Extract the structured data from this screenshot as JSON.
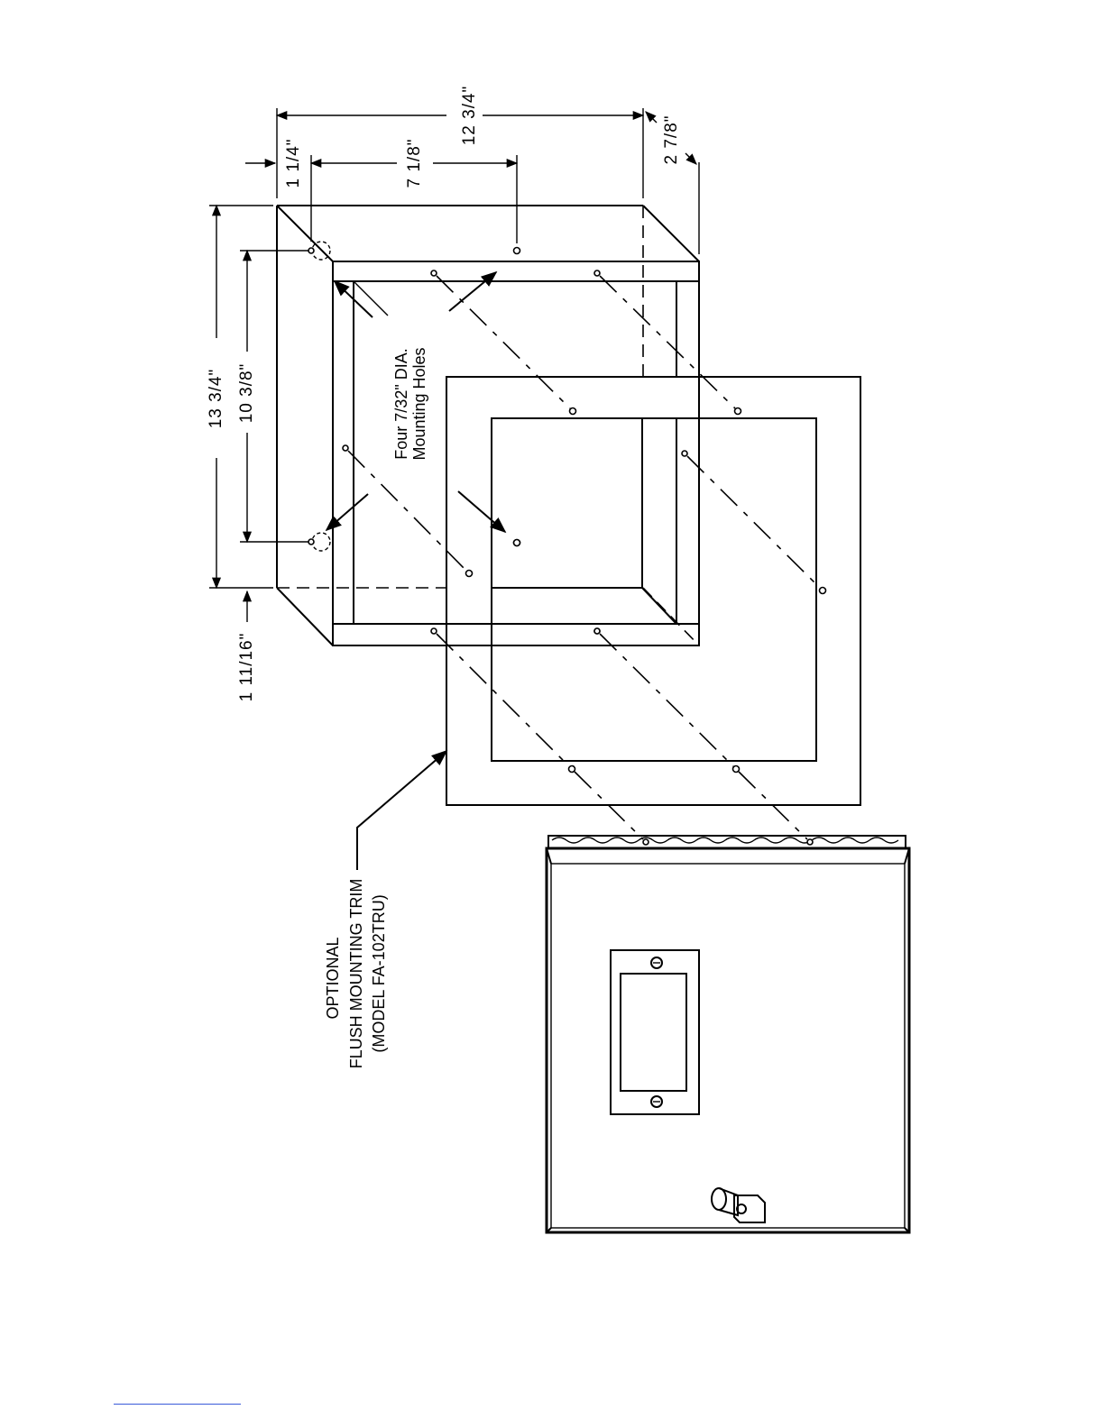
{
  "dimensions": {
    "overall_width": "12 3/4\"",
    "hole_spacing_horizontal": "7 1/8\"",
    "top_offset": "1 1/4\"",
    "depth": "2 7/8\"",
    "overall_height": "13 3/4\"",
    "hole_spacing_vertical": "10 3/8\"",
    "bottom_offset": "1 11/16\""
  },
  "labels": {
    "holes_line1": "Four 7/32\" DIA.",
    "holes_line2": "Mounting Holes",
    "trim_line1": "OPTIONAL",
    "trim_line2": "FLUSH MOUNTING TRIM",
    "trim_line3": "(MODEL FA-102TRU)"
  },
  "colors": {
    "line": "#000000",
    "footer_rule": "#3a5bd9"
  }
}
